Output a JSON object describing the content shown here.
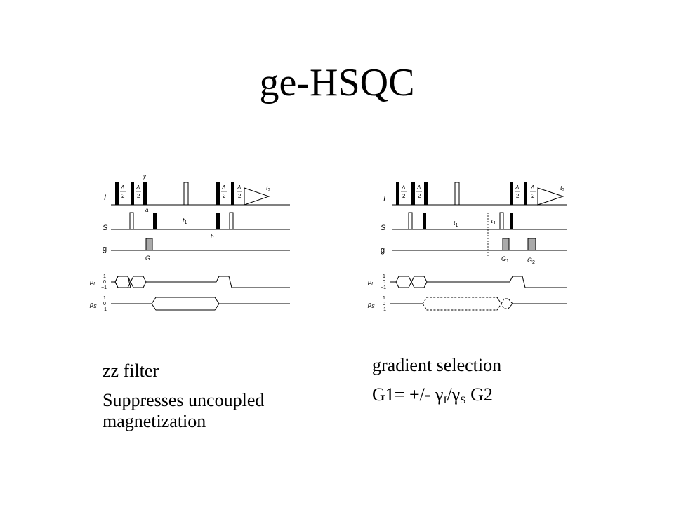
{
  "slide": {
    "title": "ge-HSQC"
  },
  "left_diagram": {
    "channel_labels": {
      "I": "I",
      "S": "S",
      "g": "g",
      "pI": "p",
      "pI_sub": "I",
      "pS": "p",
      "pS_sub": "S"
    },
    "delay_label": "Δ",
    "half_label": "2",
    "phase_label": "y",
    "point_a": "a",
    "point_b": "b",
    "evolution_label": "t",
    "evolution_sub": "1",
    "acquisition_label": "t",
    "acquisition_sub": "2",
    "gradient_label": "G",
    "coherence_levels": [
      "1",
      "0",
      "−1"
    ]
  },
  "right_diagram": {
    "channel_labels": {
      "I": "I",
      "S": "S",
      "g": "g",
      "pI": "p",
      "pI_sub": "I",
      "pS": "p",
      "pS_sub": "S"
    },
    "delay_label": "Δ",
    "half_label": "2",
    "evolution_label": "t",
    "evolution_sub": "1",
    "tau_label": "τ",
    "tau_sub": "1",
    "acquisition_label": "t",
    "acquisition_sub": "2",
    "gradient1_label": "G",
    "gradient1_sub": "1",
    "gradient2_label": "G",
    "gradient2_sub": "2",
    "coherence_levels": [
      "1",
      "0",
      "−1"
    ]
  },
  "captions": {
    "zz_title": "zz filter",
    "zz_description": "Suppresses uncoupled magnetization",
    "gradient_title": "gradient selection",
    "gradient_formula_prefix": "G1= +/- ",
    "gamma_symbol": "γ",
    "gamma_I_sub": "I",
    "slash": "/",
    "gamma_S_sub": "S",
    "gradient_formula_suffix": " G2"
  }
}
